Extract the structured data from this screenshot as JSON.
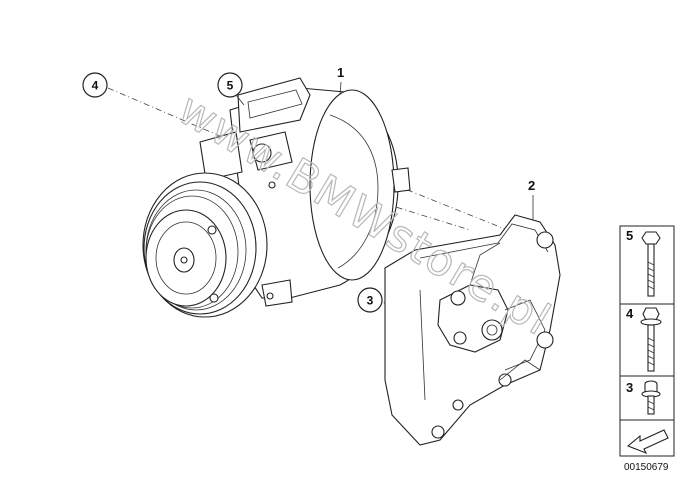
{
  "callouts": {
    "c1": "1",
    "c2": "2",
    "c3": "3",
    "c4": "4",
    "c5": "5"
  },
  "legend": {
    "items": [
      {
        "label": "5",
        "icon": "hex-bolt-long-icon"
      },
      {
        "label": "4",
        "icon": "flange-bolt-long-icon"
      },
      {
        "label": "3",
        "icon": "socket-screw-short-icon"
      }
    ],
    "arrow_icon": "direction-arrow-icon"
  },
  "diagram_number": "00150679",
  "watermark": "www.BMWstore.pl"
}
